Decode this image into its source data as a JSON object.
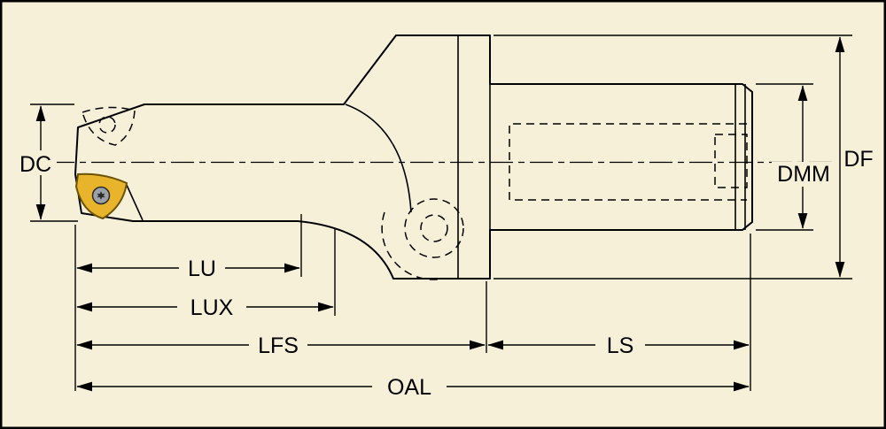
{
  "diagram": {
    "labels": {
      "dc": "DC",
      "dmm": "DMM",
      "df": "DF",
      "lu": "LU",
      "lux": "LUX",
      "lfs": "LFS",
      "ls": "LS",
      "oal": "OAL"
    },
    "colors": {
      "background": "#f7f0d8",
      "body": "#c8ced3",
      "insert": "#e8b42c",
      "outline": "#000000"
    }
  }
}
